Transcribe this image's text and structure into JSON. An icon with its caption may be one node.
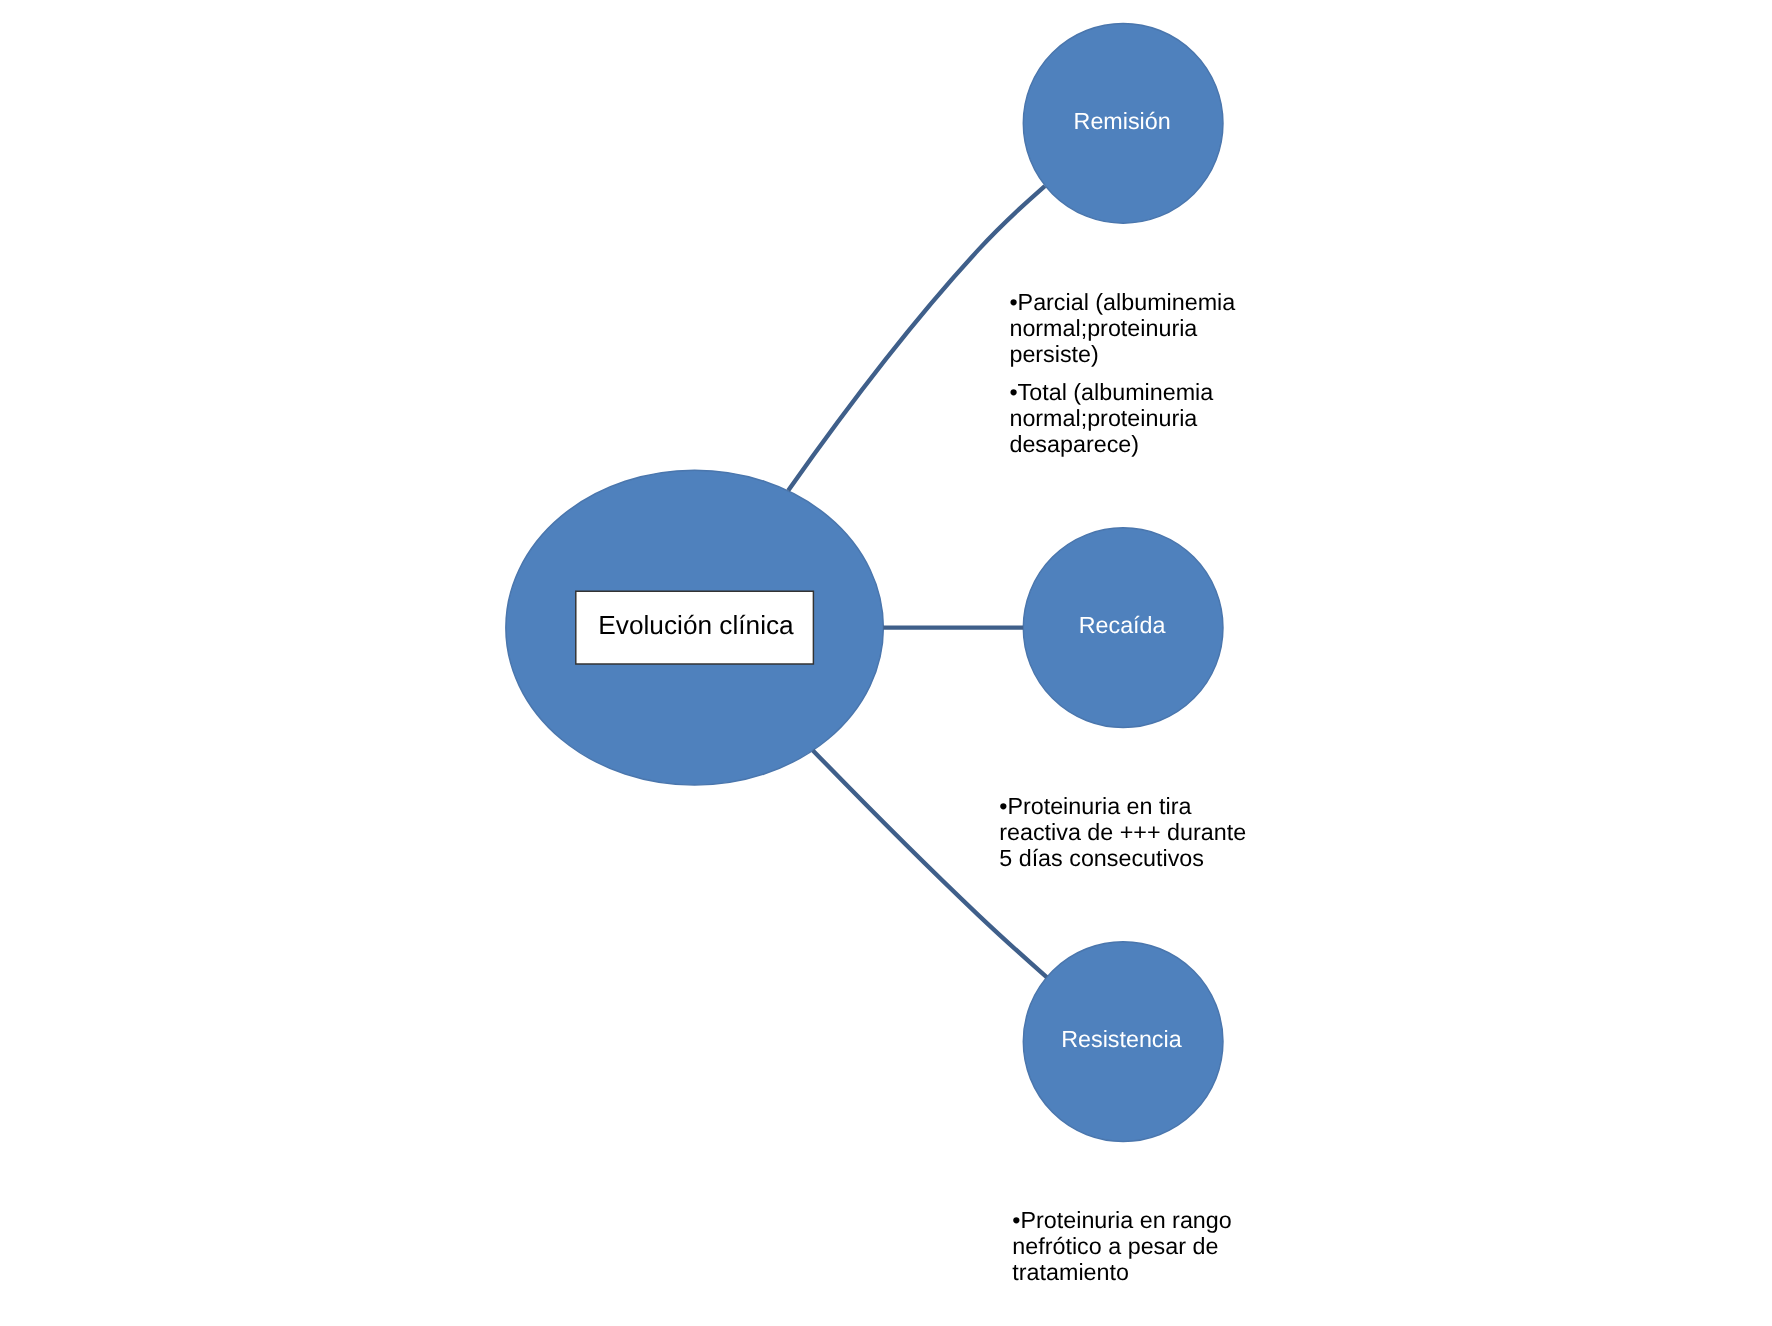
{
  "diagram": {
    "nodes": [
      {
        "text": [
          "Evolución clínica"
        ]
      },
      {
        "text": [
          "Remisión"
        ],
        "beside": [
          "•Parcial (albuminemia normal;proteinuria persiste)",
          "•Total (albuminemia normal;proteinuria desaparece)"
        ]
      },
      {
        "text": [
          "Recaída"
        ],
        "beside": [
          "•Proteinuria en tira reactiva de +++ durante 5 días consecutivos"
        ]
      },
      {
        "text": [
          "Resistencia"
        ],
        "beside": [
          "•Proteinuria en rango nefrótico a pesar de tratamiento"
        ]
      }
    ],
    "edges": [
      {
        "from": 0,
        "to": 1,
        "arrow": "none"
      },
      {
        "from": 0,
        "to": 2,
        "arrow": "none"
      },
      {
        "from": 0,
        "to": 3,
        "arrow": "none"
      }
    ]
  }
}
